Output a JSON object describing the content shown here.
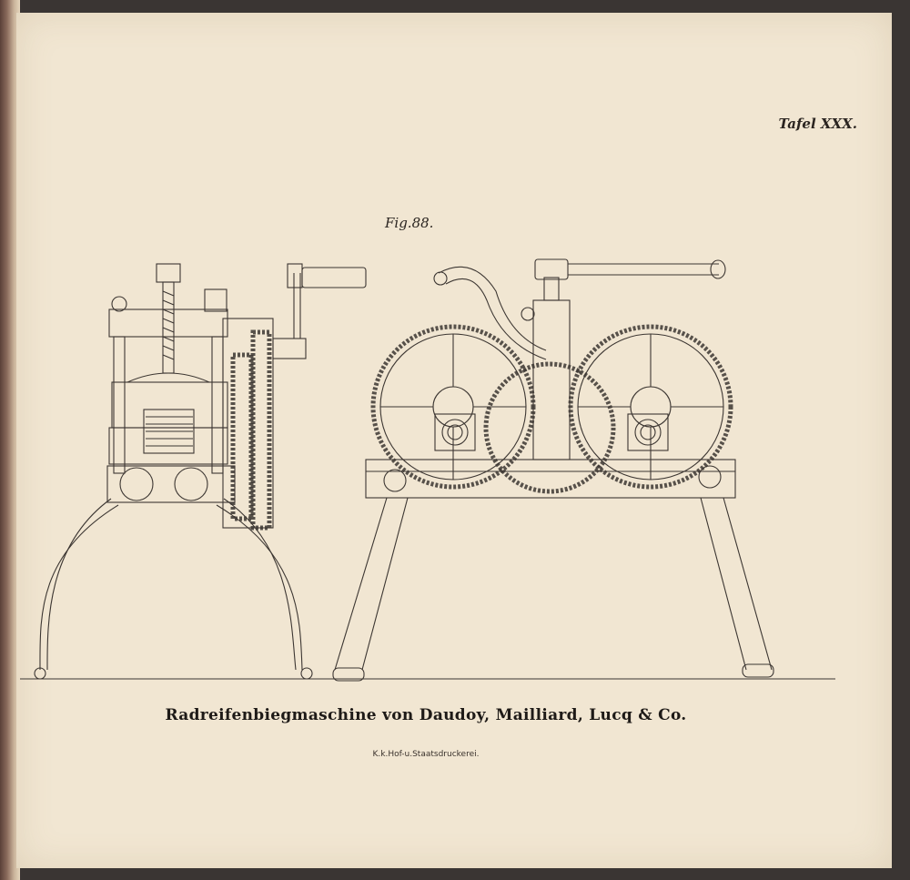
{
  "plate": {
    "label": "Tafel XXX."
  },
  "figure": {
    "label": "Fig.88."
  },
  "caption": "Radreifenbiegmaschine von Daudoy, Mailliard, Lucq & Co.",
  "printer": "K.k.Hof-u.Staatsdruckerei."
}
